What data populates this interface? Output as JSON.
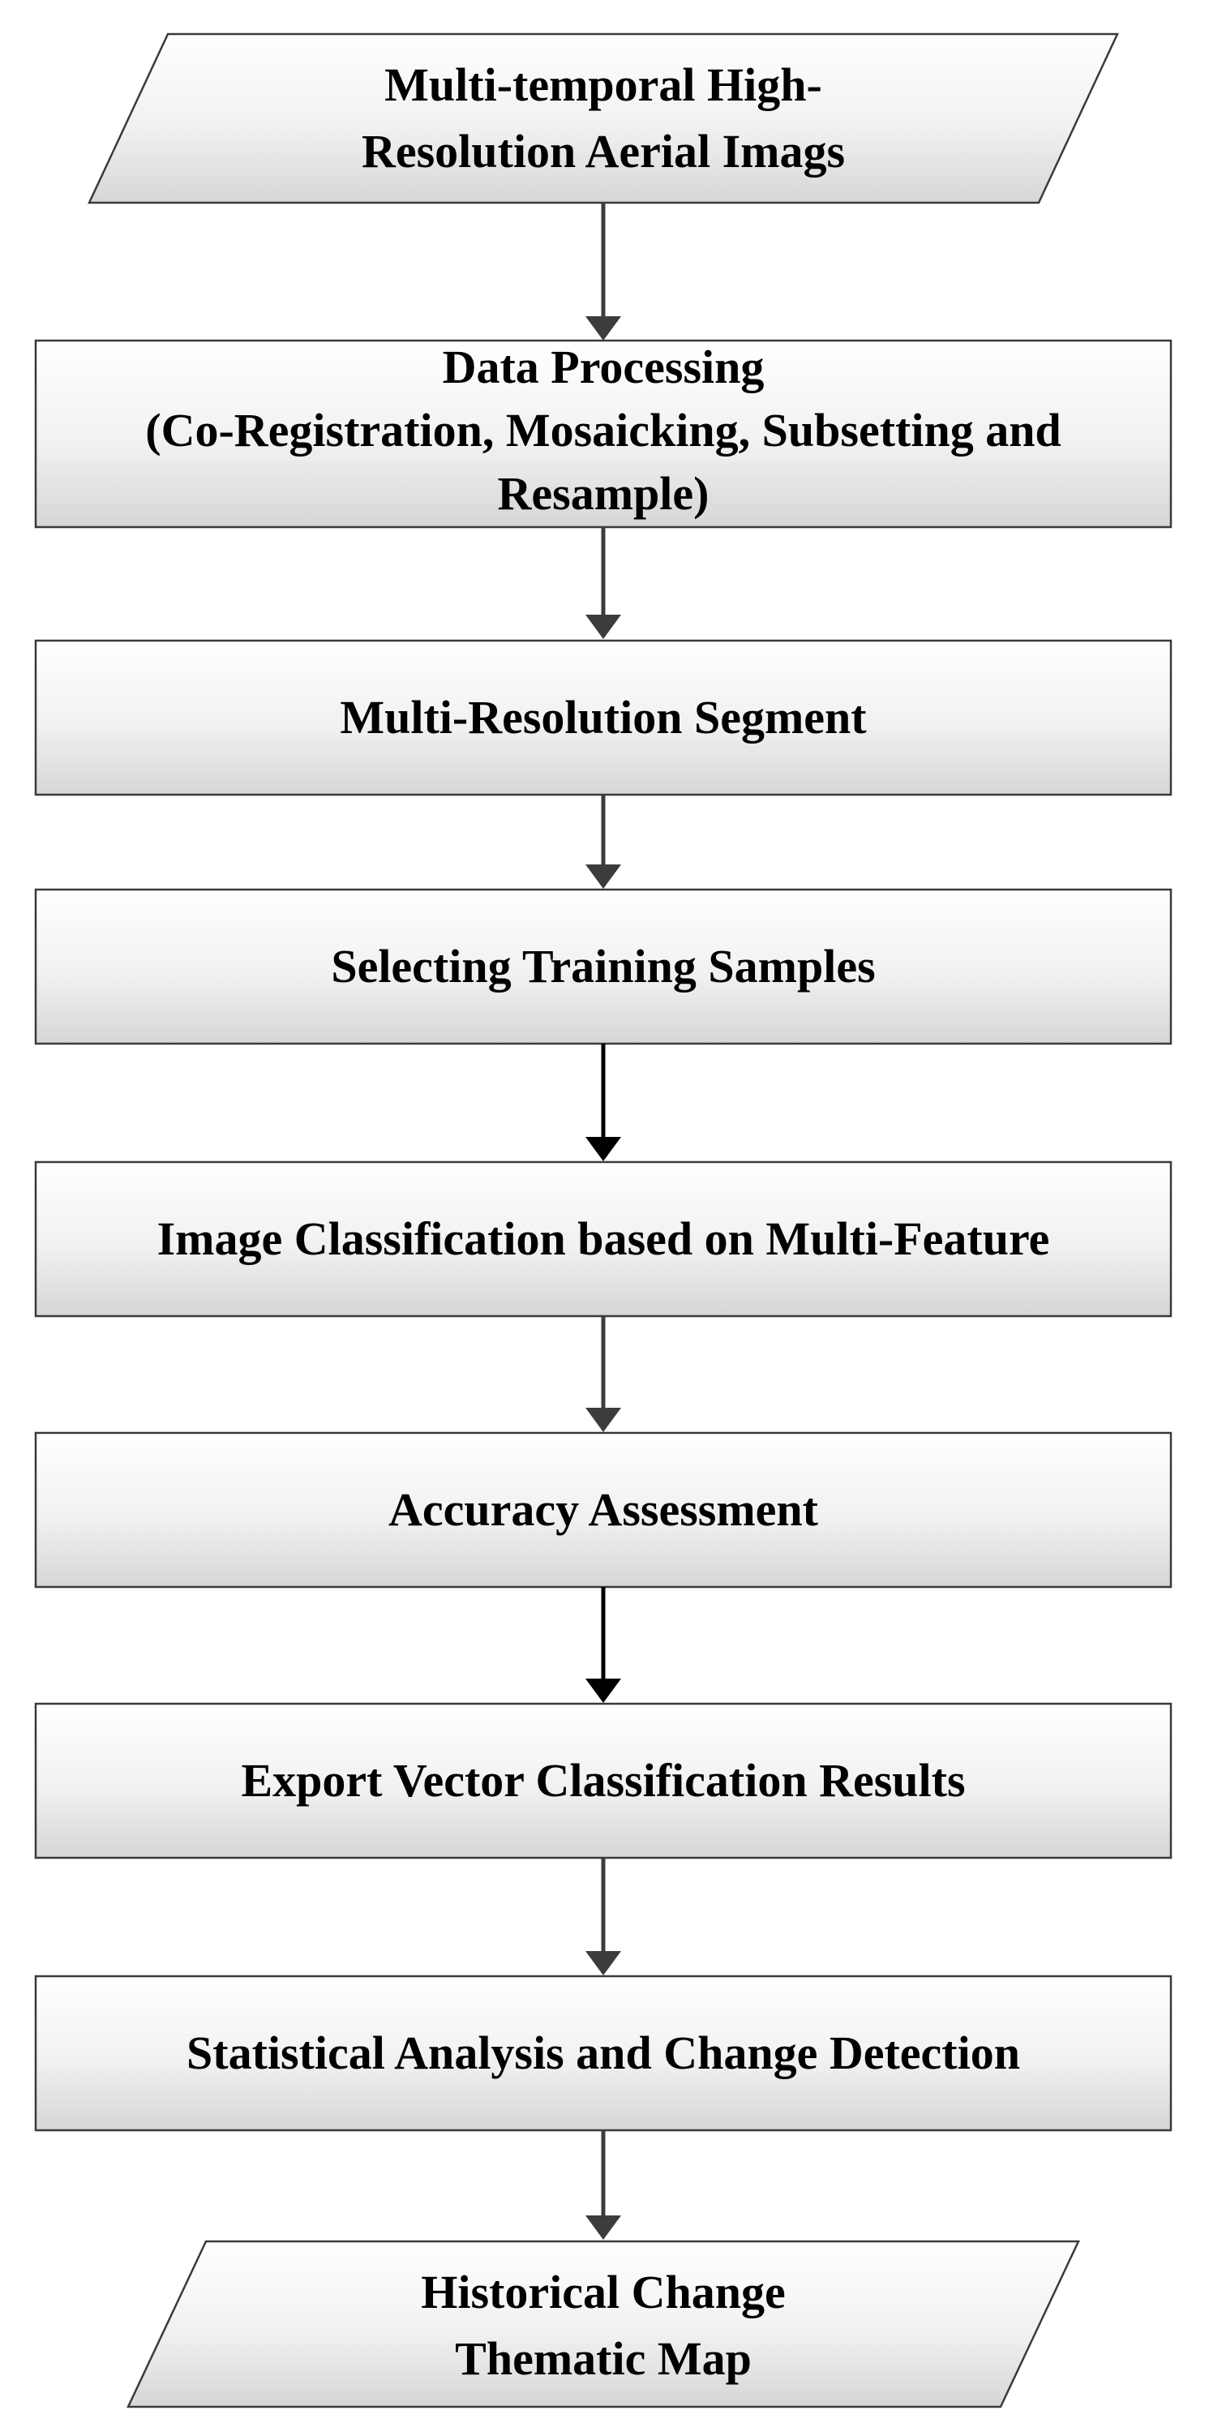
{
  "flowchart": {
    "start": {
      "lines": [
        "Multi-temporal High-",
        "Resolution Aerial Imags"
      ]
    },
    "steps": [
      {
        "lines": [
          "Data Processing",
          "(Co-Registration, Mosaicking, Subsetting and",
          "Resample)"
        ]
      },
      {
        "lines": [
          "Multi-Resolution Segment"
        ]
      },
      {
        "lines": [
          "Selecting Training Samples"
        ]
      },
      {
        "lines": [
          "Image Classification based on Multi-Feature"
        ]
      },
      {
        "lines": [
          "Accuracy Assessment"
        ]
      },
      {
        "lines": [
          "Export Vector Classification Results"
        ]
      },
      {
        "lines": [
          "Statistical Analysis and Change Detection"
        ]
      }
    ],
    "end": {
      "lines": [
        "Historical Change",
        "Thematic Map"
      ]
    }
  },
  "colors": {
    "box_fill_top": "#ffffff",
    "box_fill_bottom": "#d9d9d9",
    "border": "#3a3a3a",
    "arrow": "#3c3c3c",
    "text": "#000000"
  }
}
